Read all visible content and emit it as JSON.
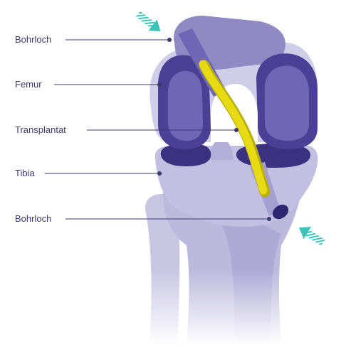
{
  "labels": [
    {
      "text": "Bohrloch"
    },
    {
      "text": "Femur"
    },
    {
      "text": "Transplantat"
    },
    {
      "text": "Tibia"
    },
    {
      "text": "Bohrloch"
    }
  ],
  "colors": {
    "bone_light": "#c9c6e3",
    "bone_mid": "#8f89c4",
    "bone_dark": "#4b3f96",
    "cartilage": "#3c3180",
    "graft": "#e6da12",
    "graft_shadow": "#b8ae0e",
    "arrow": "#3bc4b7",
    "leader_line": "#3a3a70",
    "label_text": "#3a3a70"
  },
  "icons": {
    "top_arrow": "drill-direction-arrow-icon",
    "bottom_arrow": "drill-direction-arrow-icon"
  }
}
